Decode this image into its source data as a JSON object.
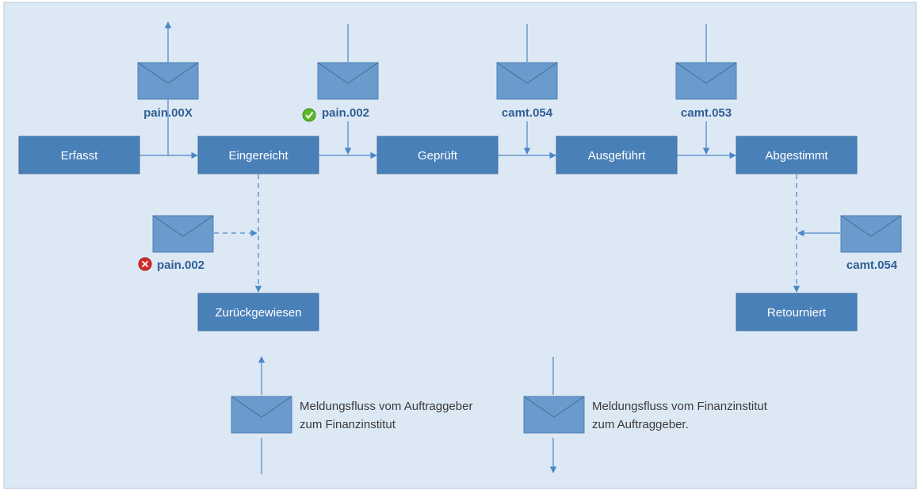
{
  "states": {
    "erfasst": "Erfasst",
    "eingereicht": "Eingereicht",
    "geprueft": "Geprüft",
    "ausgefuehrt": "Ausgeführt",
    "abgestimmt": "Abgestimmt",
    "zurueckgewiesen": "Zurückgewiesen",
    "retourniert": "Retourniert"
  },
  "messages": {
    "pain00x": "pain.00X",
    "pain002_ok": "pain.002",
    "camt054_top": "camt.054",
    "camt053": "camt.053",
    "pain002_reject": "pain.002",
    "camt054_return": "camt.054"
  },
  "status_icons": {
    "ok": "check-icon",
    "reject": "cross-icon"
  },
  "legend": {
    "outgoing_line1": "Meldungsfluss vom Auftraggeber",
    "outgoing_line2": "zum Finanzinstitut",
    "incoming_line1": "Meldungsfluss vom Finanzinstitut",
    "incoming_line2": "zum Auftraggeber."
  },
  "colors": {
    "background": "#dde8f5",
    "box": "#4a80b8",
    "envelope": "#6a9bcc",
    "label": "#2f5f93",
    "connector": "#4a86c6",
    "ok": "#5cb82a",
    "reject": "#d42a2a"
  }
}
